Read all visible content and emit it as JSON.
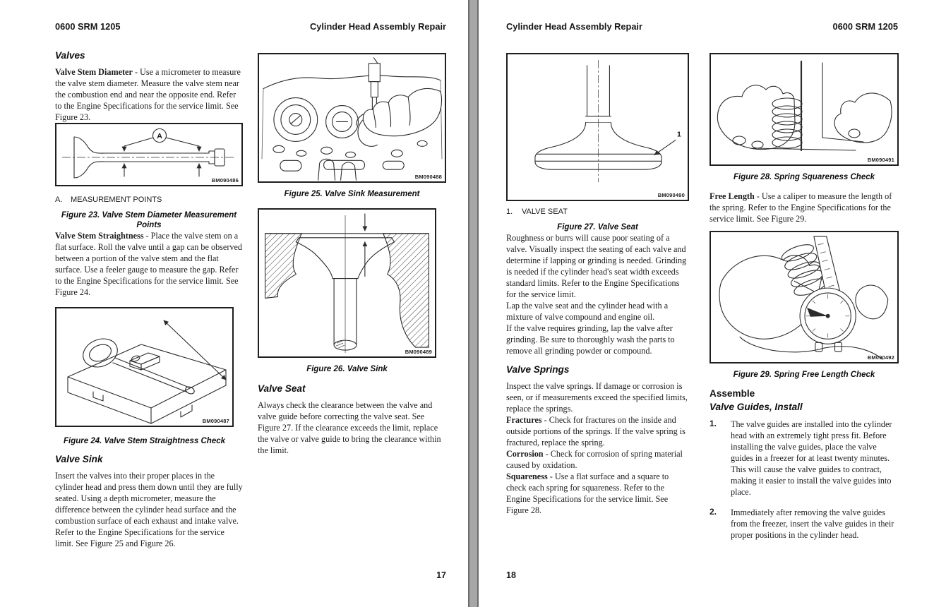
{
  "left_page": {
    "header_left": "0600 SRM 1205",
    "header_right": "Cylinder Head Assembly Repair",
    "page_number": "17",
    "col1": {
      "heading_valves": "Valves",
      "p_diameter": {
        "lead": "Valve Stem Diameter",
        "text": "- Use a micrometer to measure the valve stem diameter. Measure the valve stem near the combustion end and near the opposite end. Refer to the Engine Specifications for the service limit. See Figure 23."
      },
      "fig23": {
        "callout": "A",
        "code": "BM090486",
        "legend_num": "A.",
        "legend_text": "MEASUREMENT POINTS",
        "caption": "Figure 23. Valve Stem Diameter Measurement Points"
      },
      "p_straightness": {
        "lead": "Valve Stem Straightness",
        "text": "- Place the valve stem on a flat surface. Roll the valve until a gap can be observed between a portion of the valve stem and the flat surface. Use a feeler gauge to measure the gap. Refer to the Engine Specifications for the service limit. See Figure 24."
      },
      "fig24": {
        "code": "BM090487",
        "caption": "Figure 24. Valve Stem Straightness Check"
      },
      "heading_valve_sink": "Valve Sink",
      "p_sink": "Insert the valves into their proper places in the cylinder head and press them down until they are fully seated. Using a depth micrometer, measure the difference between the cylinder head surface and the combustion surface of each exhaust and intake valve. Refer to the Engine Specifications for the service limit. See Figure 25 and Figure 26."
    },
    "col2": {
      "fig25": {
        "code": "BM090488",
        "caption": "Figure 25. Valve Sink Measurement"
      },
      "fig26": {
        "code": "BM090489",
        "caption": "Figure 26. Valve Sink"
      },
      "heading_valve_seat": "Valve Seat",
      "p_seat": "Always check the clearance between the valve and valve guide before correcting the valve seat. See Figure 27. If the clearance exceeds the limit, replace the valve or valve guide to bring the clearance within the limit."
    }
  },
  "right_page": {
    "header_left": "Cylinder Head Assembly Repair",
    "header_right": "0600 SRM 1205",
    "page_number": "18",
    "col1": {
      "fig27": {
        "callout": "1",
        "code": "BM090490",
        "legend_num": "1.",
        "legend_text": "VALVE SEAT",
        "caption": "Figure 27. Valve Seat"
      },
      "p_roughness": "Roughness or burrs will cause poor seating of a valve. Visually inspect the seating of each valve and determine if lapping or grinding is needed. Grinding is needed if the cylinder head's seat width exceeds standard limits. Refer to the Engine Specifications for the service limit.",
      "p_lap": "Lap the valve seat and the cylinder head with a mixture of valve compound and engine oil.",
      "p_grind": "If the valve requires grinding, lap the valve after grinding. Be sure to thoroughly wash the parts to remove all grinding powder or compound.",
      "heading_valve_springs": "Valve Springs",
      "p_inspect": "Inspect the valve springs. If damage or corrosion is seen, or if measurements exceed the specified limits, replace the springs.",
      "p_fractures": {
        "lead": "Fractures",
        "text": "- Check for fractures on the inside and outside portions of the springs. If the valve spring is fractured, replace the spring."
      },
      "p_corrosion": {
        "lead": "Corrosion",
        "text": "- Check for corrosion of spring material caused by oxidation."
      },
      "p_squareness": {
        "lead": "Squareness",
        "text": "- Use a flat surface and a square to check each spring for squareness. Refer to the Engine Specifications for the service limit. See Figure 28."
      }
    },
    "col2": {
      "fig28": {
        "code": "BM090491",
        "caption": "Figure 28. Spring Squareness Check"
      },
      "p_free_length": {
        "lead": "Free Length",
        "text": "- Use a caliper to measure the length of the spring. Refer to the Engine Specifications for the service limit. See Figure 29."
      },
      "fig29": {
        "code": "BM090492",
        "caption": "Figure 29. Spring Free Length Check"
      },
      "heading_assemble": "Assemble",
      "heading_valve_guides": "Valve Guides, Install",
      "steps": [
        {
          "num": "1.",
          "text": "The valve guides are installed into the cylinder head with an extremely tight press fit. Before installing the valve guides, place the valve guides in a freezer for at least twenty minutes. This will cause the valve guides to contract, making it easier to install the valve guides into place."
        },
        {
          "num": "2.",
          "text": "Immediately after removing the valve guides from the freezer, insert the valve guides in their proper positions in the cylinder head."
        }
      ]
    }
  }
}
